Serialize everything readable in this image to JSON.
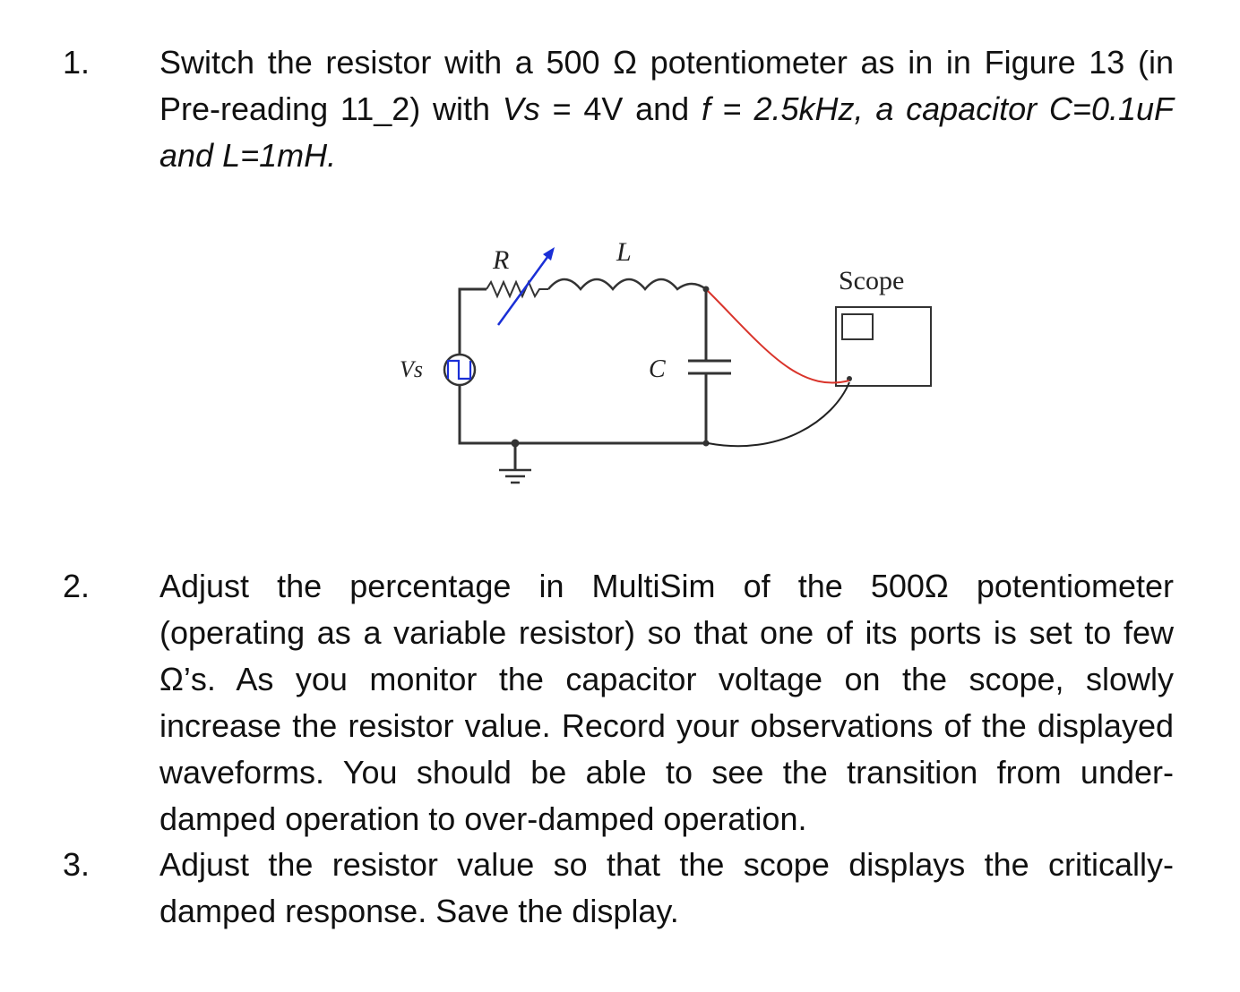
{
  "items": [
    {
      "number": "1.",
      "parts": [
        {
          "text": "Switch the resistor with a 500 Ω potentiometer as in in Figure 13 (in Pre-reading 11_2) with ",
          "italic": false
        },
        {
          "text": "Vs",
          "italic": true
        },
        {
          "text": " = 4V and ",
          "italic": false
        },
        {
          "text": "f",
          "italic": true
        },
        {
          "text": " = ",
          "italic": false
        },
        {
          "text": "2.5kHz, a capacitor C=0.1uF and L=1mH.",
          "italic": true
        }
      ]
    },
    {
      "number": "2.",
      "parts": [
        {
          "text": "Adjust the percentage in MultiSim of the 500Ω potentiometer (operating as a variable resistor) so that one of its ports is set to few Ω’s. As you monitor the capacitor voltage on the scope, slowly increase the resistor value. Record your observations of the displayed waveforms. You should be able to see the transition from under-damped operation to over-damped operation.",
          "italic": false
        }
      ]
    },
    {
      "number": "3.",
      "parts": [
        {
          "text": "Adjust the resistor value so that the scope displays the critically-damped response. Save the display.",
          "italic": false
        }
      ]
    }
  ],
  "circuit": {
    "label_r": "R",
    "label_l": "L",
    "label_c": "C",
    "label_vs": "Vs",
    "label_scope": "Scope",
    "colors": {
      "wire": "#333333",
      "probe_red": "#d9342b",
      "probe_black": "#222222",
      "arrow_blue": "#1a2fd6"
    }
  }
}
